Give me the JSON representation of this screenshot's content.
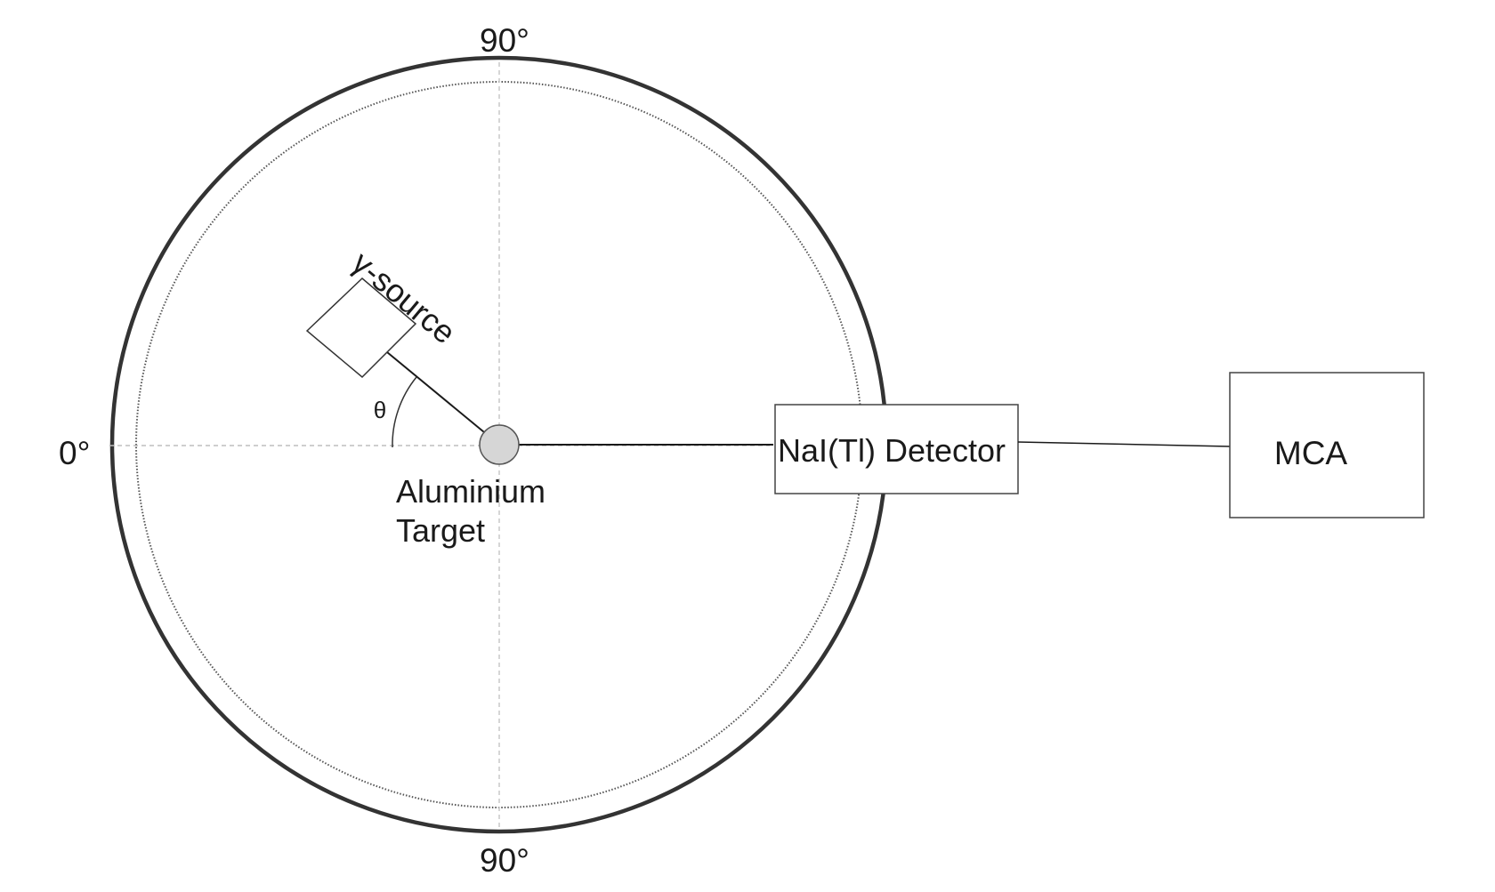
{
  "angle_labels": {
    "top": "90°",
    "bottom": "90°",
    "left": "0°"
  },
  "source_label": "γ-source",
  "theta_label": "θ",
  "target_label": {
    "line1": "Aluminium",
    "line2": "Target"
  },
  "detector_label": "NaI(Tl) Detector",
  "mca_label": "MCA",
  "colors": {
    "outline": "#333333",
    "line": "#1a1a1a",
    "guide": "#bdbdbd",
    "target_fill": "#d6d6d6"
  }
}
